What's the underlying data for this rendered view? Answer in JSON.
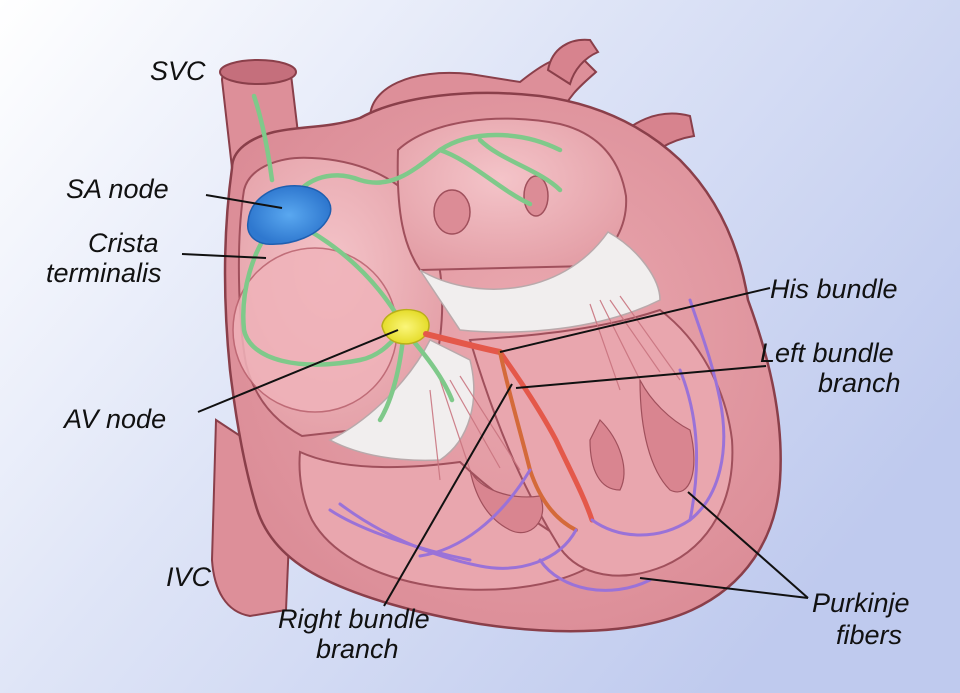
{
  "labels": {
    "svc": "SVC",
    "sa_node": "SA node",
    "crista_1": "Crista",
    "crista_2": "terminalis",
    "av_node": "AV node",
    "ivc": "IVC",
    "his_bundle": "His bundle",
    "left_bundle_1": "Left bundle",
    "left_bundle_2": "branch",
    "right_bundle_1": "Right bundle",
    "right_bundle_2": "branch",
    "purkinje_1": "Purkinje",
    "purkinje_2": "fibers"
  },
  "colors": {
    "background_blue": "#c2ccee",
    "heart_tissue": "#e29aa2",
    "heart_outline": "#8a3f4a",
    "chamber_inner": "#eeb3ba",
    "valve_white": "#f1eeee",
    "sa_node": "#3f8fe0",
    "av_node": "#f2ec3c",
    "internodal_path": "#7fc98a",
    "his_bundle": "#e4584a",
    "purkinje": "#9a72d8",
    "leader_line": "#111111"
  },
  "icons": [
    "heart-conduction-illustration"
  ]
}
